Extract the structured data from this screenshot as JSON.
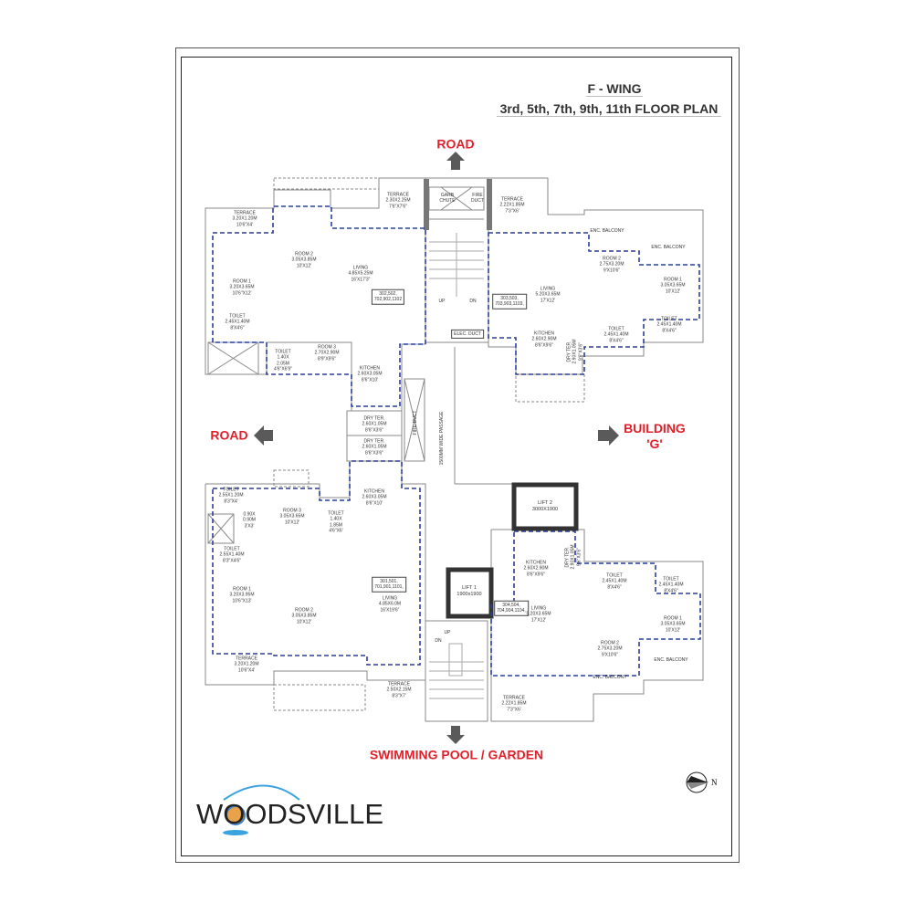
{
  "header": {
    "wing": "F - WING",
    "floors": "3rd, 5th, 7th, 9th, 11th FLOOR PLAN"
  },
  "directions": {
    "top": "ROAD",
    "left": "ROAD",
    "right": "BUILDING\n'G'",
    "bottom": "SWIMMING POOL / GARDEN"
  },
  "brand": {
    "logo_text": "WOODSVILLE"
  },
  "compass": {
    "label": "N"
  },
  "colors": {
    "unit_outline": "#2a3f9a",
    "direction_text": "#e0202a",
    "arrow": "#555555",
    "wall": "#888888"
  },
  "core": {
    "garb_chute": "GARB\nCHUTE",
    "fire_duct_top": "FIRE\nDUCT",
    "up_top": "UP",
    "dn_top": "DN",
    "elec_duct": "ELEC. DUCT",
    "fire_duct_mid": "FIRE-DUCT",
    "passage": "1500MM WIDE PASSAGE",
    "dry_ter_1": "DRY TER.\n2.60X1.05M\n8'6\"X3'6\"",
    "dry_ter_2": "DRY TER.\n2.60X1.05M\n8'6\"X3'6\"",
    "lift_2": "LIFT 2\n3000X1900",
    "lift_1": "LIFT 1\n1900x1900",
    "up_bottom": "UP",
    "dn_bottom": "DN"
  },
  "units": {
    "u302": {
      "numbers": "302,502,\n702,902,1102",
      "terrace_a": "TERRACE\n3.20X1.20M\n10'6\"X4'",
      "terrace_b": "TERRACE\n2.30X2.25M\n7'6\"X7'6\"",
      "room1": "ROOM 1\n3.20X3.65M\n10'6\"X12'",
      "room2": "ROOM 2\n3.05X3.85M\n10'X12'",
      "room3": "ROOM 3\n2.70X2.90M\n8'9\"X9'6\"",
      "living": "LIVING\n4.85X5.25M\n16'X17'3\"",
      "toilet_a": "TOILET\n2.45X1.40M\n8'X4'6\"",
      "toilet_b": "TOILET\n1.40X\n2.05M\n4'6\"X6'9\"",
      "kitchen": "KITCHEN\n2.60X3.05M\n8'6\"X10'"
    },
    "u303": {
      "numbers": "303,503,\n703,903,1103,",
      "terrace": "TERRACE\n2.22X1.85M\n7'3\"X6'",
      "balcony_a": "ENC. BALCONY",
      "balcony_b": "ENC. BALCONY",
      "room2": "ROOM 2\n2.75X3.20M\n9'X10'6\"",
      "room1": "ROOM 1\n3.05X3.65M\n10'X12'",
      "living": "LIVING\n5.20X3.65M\n17'X12'",
      "kitchen": "KITCHEN\n2.60X2.90M\n8'6\"X9'6\"",
      "dry_ter": "DRY TER.\n2.90X1.05M\n9'6\"X3'6\"",
      "toilet_a": "TOILET\n2.45X1.40M\n8'X4'6\"",
      "toilet_b": "TOILET\n2.45X1.40M\n8'X4'6\""
    },
    "u301": {
      "numbers": "301,501,\n701,901,1101,",
      "kitchen": "KITCHEN\n2.60X3.05M\n8'6\"X10'",
      "toilet_a": "TOILET\n2.55X1.20M\n8'3\"X4'",
      "shaft": "0.90X\n0.90M\n3'X3'",
      "room3": "ROOM 3\n3.05X3.65M\n10'X12'",
      "toilet_b": "TOILET\n1.40X\n1.85M\n4'6\"X6'",
      "toilet_c": "TOILET\n2.55X1.40M\n8'3\"X4'6\"",
      "room1": "ROOM 1\n3.20X3.95M\n10'6\"X13'",
      "living": "LIVING\n4.85X6.0M\n16'X19'6\"",
      "room2": "ROOM 2\n3.05X3.85M\n10'X12'",
      "terrace_a": "TERRACE\n3.20X1.20M\n10'6\"X4'",
      "terrace_b": "TERRACE\n2.50X2.15M\n8'3\"X7'"
    },
    "u304": {
      "numbers": "304,504,\n704,904,1104,",
      "kitchen": "KITCHEN\n2.60X2.90M\n8'6\"X9'6\"",
      "dry_ter": "DRY TER.\n2.90X1.05M\n9'6\"X3'6\"",
      "toilet_a": "TOILET\n2.45X1.40M\n8'X4'6\"",
      "toilet_b": "TOILET\n2.45X1.40M\n8'X4'6\"",
      "living": "LIVING\n5.20X3.65M\n17'X12'",
      "room1": "ROOM 1\n3.05X3.65M\n10'X12'",
      "room2": "ROOM 2\n2.75X3.20M\n9'X10'6\"",
      "balcony_a": "ENC. BALCONY",
      "balcony_b": "ENC. BALCONY",
      "terrace": "TERRACE\n2.22X1.85M\n7'3\"X6'"
    }
  }
}
